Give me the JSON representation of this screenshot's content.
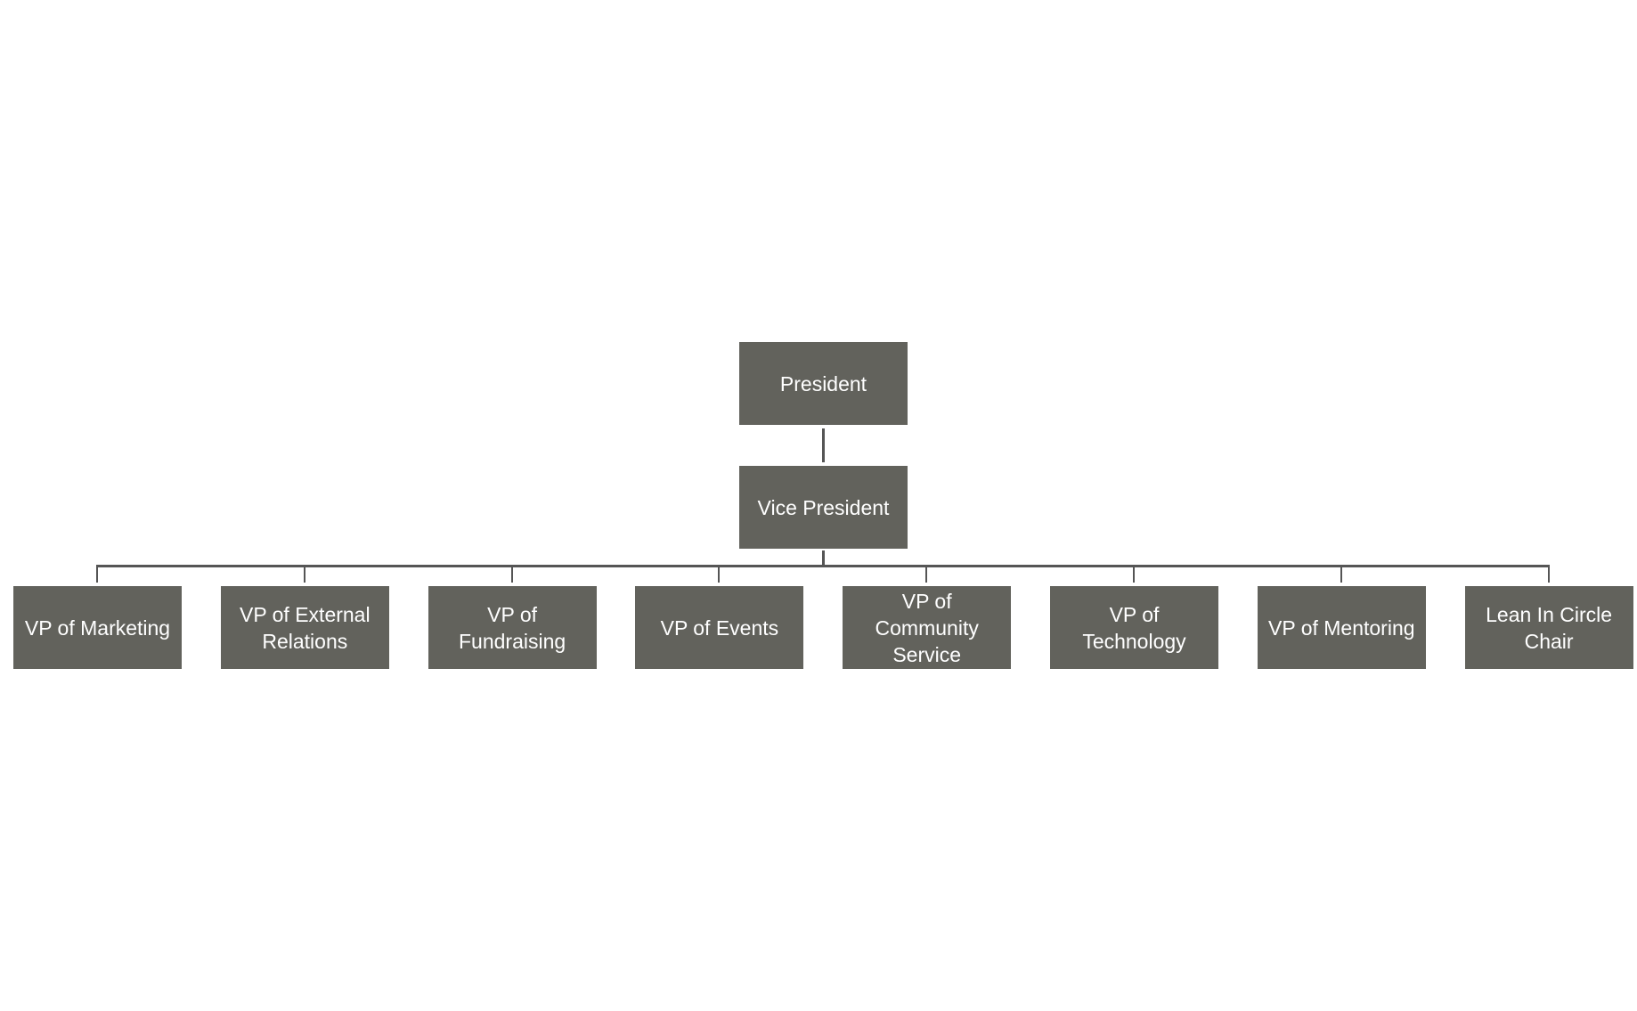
{
  "top": {
    "label": "President"
  },
  "second": {
    "label": "Vice President"
  },
  "children": [
    {
      "label": "VP of Marketing"
    },
    {
      "label": "VP of External\nRelations"
    },
    {
      "label": "VP of\nFundraising"
    },
    {
      "label": "VP of Events"
    },
    {
      "label": "VP of\nCommunity\nService"
    },
    {
      "label": "VP of\nTechnology"
    },
    {
      "label": "VP of Mentoring"
    },
    {
      "label": "Lean In Circle\nChair"
    }
  ],
  "colors": {
    "box": "#62625c",
    "line": "#555555"
  }
}
